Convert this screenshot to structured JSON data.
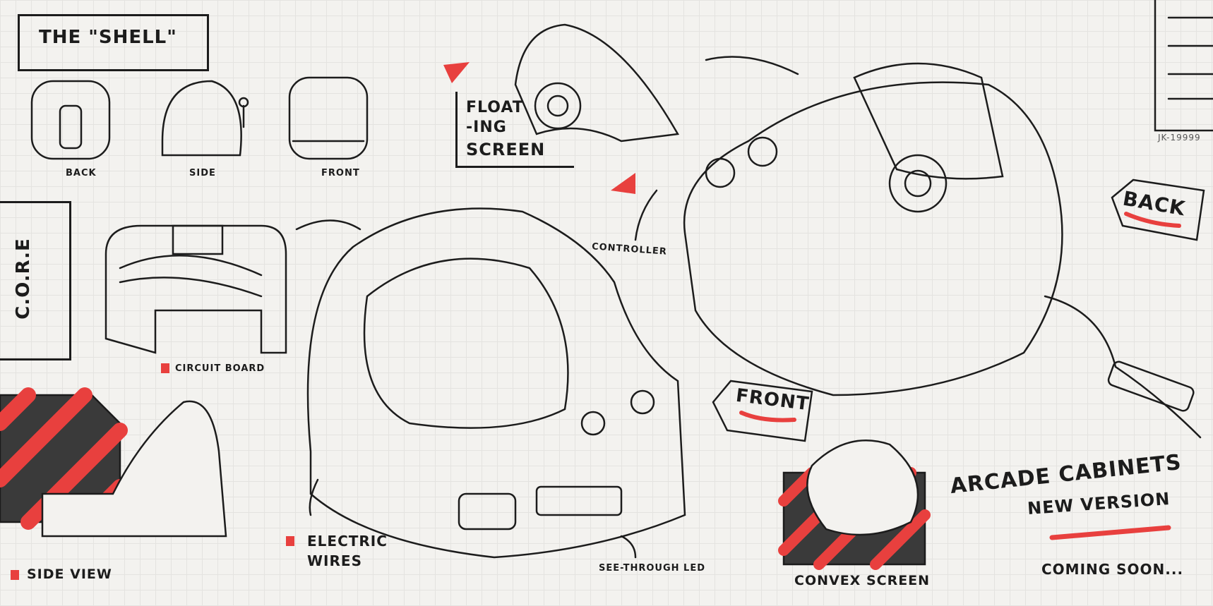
{
  "shell": {
    "title": "THE \"SHELL\"",
    "views": [
      "BACK",
      "SIDE",
      "FRONT"
    ]
  },
  "floating_screen": {
    "line1": "FLOAT",
    "line2": "-ING",
    "line3": "SCREEN"
  },
  "core": {
    "title": "C.O.R.E"
  },
  "labels": {
    "circuit_board": "CIRCUIT BOARD",
    "controller": "CONTROLLER",
    "back_tag": "BACK",
    "front_tag": "FRONT",
    "side_view": "SIDE VIEW",
    "electric_wires_1": "ELECTRIC",
    "electric_wires_2": "WIRES",
    "see_through_led": "SEE-THROUGH LED",
    "convex_screen": "CONVEX SCREEN",
    "code": "JK-19999"
  },
  "headline": {
    "line1": "ARCADE CABINETS",
    "line2": "NEW VERSION",
    "footer": "COMING SOON..."
  },
  "colors": {
    "accent": "#e8403e",
    "ink": "#1c1c1c",
    "paper": "#f3f2ef"
  }
}
